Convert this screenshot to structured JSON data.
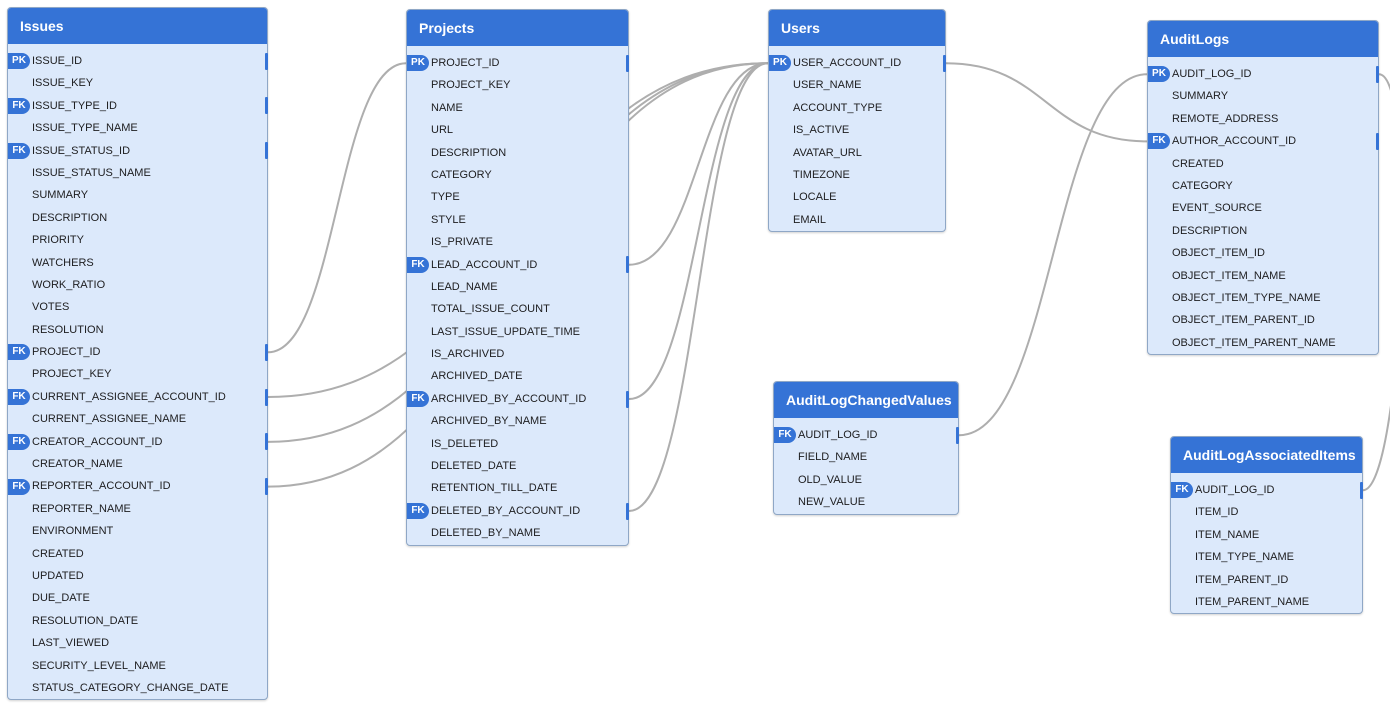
{
  "tables": [
    {
      "name": "Issues",
      "fields": [
        {
          "label": "ISSUE_ID",
          "key": "PK",
          "port": true
        },
        {
          "label": "ISSUE_KEY"
        },
        {
          "label": "ISSUE_TYPE_ID",
          "key": "FK",
          "port": true
        },
        {
          "label": "ISSUE_TYPE_NAME"
        },
        {
          "label": "ISSUE_STATUS_ID",
          "key": "FK",
          "port": true
        },
        {
          "label": "ISSUE_STATUS_NAME"
        },
        {
          "label": "SUMMARY"
        },
        {
          "label": "DESCRIPTION"
        },
        {
          "label": "PRIORITY"
        },
        {
          "label": "WATCHERS"
        },
        {
          "label": "WORK_RATIO"
        },
        {
          "label": "VOTES"
        },
        {
          "label": "RESOLUTION"
        },
        {
          "label": "PROJECT_ID",
          "key": "FK",
          "port": true
        },
        {
          "label": "PROJECT_KEY"
        },
        {
          "label": "CURRENT_ASSIGNEE_ACCOUNT_ID",
          "key": "FK",
          "port": true
        },
        {
          "label": "CURRENT_ASSIGNEE_NAME"
        },
        {
          "label": "CREATOR_ACCOUNT_ID",
          "key": "FK",
          "port": true
        },
        {
          "label": "CREATOR_NAME"
        },
        {
          "label": "REPORTER_ACCOUNT_ID",
          "key": "FK",
          "port": true
        },
        {
          "label": "REPORTER_NAME"
        },
        {
          "label": "ENVIRONMENT"
        },
        {
          "label": "CREATED"
        },
        {
          "label": "UPDATED"
        },
        {
          "label": "DUE_DATE"
        },
        {
          "label": "RESOLUTION_DATE"
        },
        {
          "label": "LAST_VIEWED"
        },
        {
          "label": "SECURITY_LEVEL_NAME"
        },
        {
          "label": "STATUS_CATEGORY_CHANGE_DATE"
        }
      ]
    },
    {
      "name": "Projects",
      "fields": [
        {
          "label": "PROJECT_ID",
          "key": "PK",
          "port": true
        },
        {
          "label": "PROJECT_KEY"
        },
        {
          "label": "NAME"
        },
        {
          "label": "URL"
        },
        {
          "label": "DESCRIPTION"
        },
        {
          "label": "CATEGORY"
        },
        {
          "label": "TYPE"
        },
        {
          "label": "STYLE"
        },
        {
          "label": "IS_PRIVATE"
        },
        {
          "label": "LEAD_ACCOUNT_ID",
          "key": "FK",
          "port": true
        },
        {
          "label": "LEAD_NAME"
        },
        {
          "label": "TOTAL_ISSUE_COUNT"
        },
        {
          "label": "LAST_ISSUE_UPDATE_TIME"
        },
        {
          "label": "IS_ARCHIVED"
        },
        {
          "label": "ARCHIVED_DATE"
        },
        {
          "label": "ARCHIVED_BY_ACCOUNT_ID",
          "key": "FK",
          "port": true
        },
        {
          "label": "ARCHIVED_BY_NAME"
        },
        {
          "label": "IS_DELETED"
        },
        {
          "label": "DELETED_DATE"
        },
        {
          "label": "RETENTION_TILL_DATE"
        },
        {
          "label": "DELETED_BY_ACCOUNT_ID",
          "key": "FK",
          "port": true
        },
        {
          "label": "DELETED_BY_NAME"
        }
      ]
    },
    {
      "name": "Users",
      "fields": [
        {
          "label": "USER_ACCOUNT_ID",
          "key": "PK",
          "port": true
        },
        {
          "label": "USER_NAME"
        },
        {
          "label": "ACCOUNT_TYPE"
        },
        {
          "label": "IS_ACTIVE"
        },
        {
          "label": "AVATAR_URL"
        },
        {
          "label": "TIMEZONE"
        },
        {
          "label": "LOCALE"
        },
        {
          "label": "EMAIL"
        }
      ]
    },
    {
      "name": "AuditLogs",
      "fields": [
        {
          "label": "AUDIT_LOG_ID",
          "key": "PK",
          "port": true
        },
        {
          "label": "SUMMARY"
        },
        {
          "label": "REMOTE_ADDRESS"
        },
        {
          "label": "AUTHOR_ACCOUNT_ID",
          "key": "FK",
          "port": true
        },
        {
          "label": "CREATED"
        },
        {
          "label": "CATEGORY"
        },
        {
          "label": "EVENT_SOURCE"
        },
        {
          "label": "DESCRIPTION"
        },
        {
          "label": "OBJECT_ITEM_ID"
        },
        {
          "label": "OBJECT_ITEM_NAME"
        },
        {
          "label": "OBJECT_ITEM_TYPE_NAME"
        },
        {
          "label": "OBJECT_ITEM_PARENT_ID"
        },
        {
          "label": "OBJECT_ITEM_PARENT_NAME"
        }
      ]
    },
    {
      "name": "AuditLogChangedValues",
      "fields": [
        {
          "label": "AUDIT_LOG_ID",
          "key": "FK",
          "port": true
        },
        {
          "label": "FIELD_NAME"
        },
        {
          "label": "OLD_VALUE"
        },
        {
          "label": "NEW_VALUE"
        }
      ]
    },
    {
      "name": "AuditLogAssociatedItems",
      "fields": [
        {
          "label": "AUDIT_LOG_ID",
          "key": "FK",
          "port": true
        },
        {
          "label": "ITEM_ID"
        },
        {
          "label": "ITEM_NAME"
        },
        {
          "label": "ITEM_TYPE_NAME"
        },
        {
          "label": "ITEM_PARENT_ID"
        },
        {
          "label": "ITEM_PARENT_NAME"
        }
      ]
    }
  ],
  "relationships": [
    {
      "from": "Issues.PROJECT_ID",
      "to": "Projects.PROJECT_ID"
    },
    {
      "from": "Issues.CURRENT_ASSIGNEE_ACCOUNT_ID",
      "to": "Users.USER_ACCOUNT_ID"
    },
    {
      "from": "Issues.CREATOR_ACCOUNT_ID",
      "to": "Users.USER_ACCOUNT_ID"
    },
    {
      "from": "Issues.REPORTER_ACCOUNT_ID",
      "to": "Users.USER_ACCOUNT_ID"
    },
    {
      "from": "Projects.LEAD_ACCOUNT_ID",
      "to": "Users.USER_ACCOUNT_ID"
    },
    {
      "from": "Projects.ARCHIVED_BY_ACCOUNT_ID",
      "to": "Users.USER_ACCOUNT_ID"
    },
    {
      "from": "Projects.DELETED_BY_ACCOUNT_ID",
      "to": "Users.USER_ACCOUNT_ID"
    },
    {
      "from": "AuditLogs.AUTHOR_ACCOUNT_ID",
      "to": "Users.USER_ACCOUNT_ID"
    },
    {
      "from": "AuditLogChangedValues.AUDIT_LOG_ID",
      "to": "AuditLogs.AUDIT_LOG_ID"
    },
    {
      "from": "AuditLogAssociatedItems.AUDIT_LOG_ID",
      "to": "AuditLogs.AUDIT_LOG_ID"
    }
  ],
  "colors": {
    "header": "#3573d6",
    "body": "#dce9fb",
    "border": "#8fa7c6",
    "connector": "#aeaeae",
    "badge_text": "#ffffff"
  }
}
